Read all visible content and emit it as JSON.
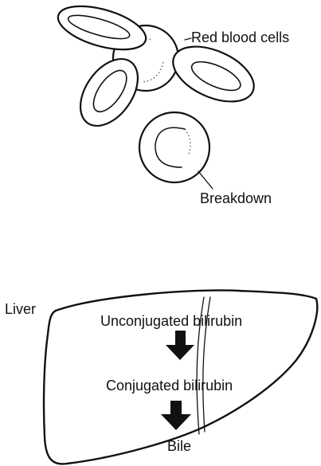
{
  "labels": {
    "red_blood_cells": "Red blood cells",
    "breakdown": "Breakdown",
    "liver": "Liver",
    "unconjugated_bilirubin": "Unconjugated bilirubin",
    "conjugated_bilirubin": "Conjugated bilirubin",
    "bile": "Bile"
  }
}
